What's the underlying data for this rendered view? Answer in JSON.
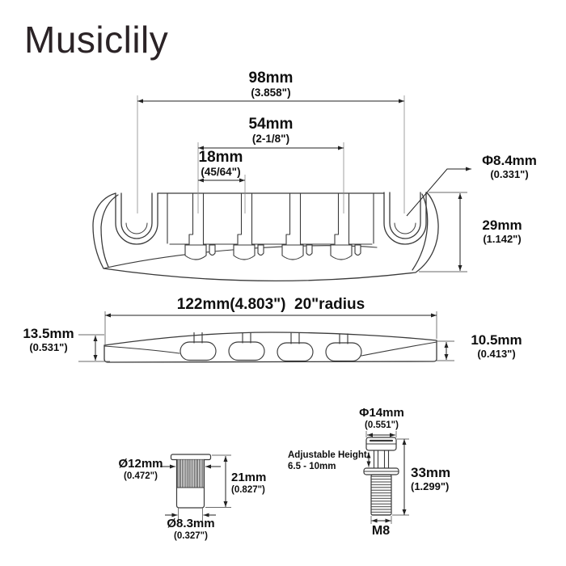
{
  "brand": "Musiclily",
  "colors": {
    "ink": "#231f20",
    "line": "#3c3c3c",
    "dim_text": "#111111",
    "background": "#ffffff"
  },
  "front_view": {
    "dim_post_spread": {
      "mm": "98mm",
      "inch": "(3.858\")"
    },
    "dim_outer_slots": {
      "mm": "54mm",
      "inch": "(2-1/8\")"
    },
    "dim_slot_pitch": {
      "mm": "18mm",
      "inch": "(45/64\")"
    },
    "dim_post_hole": {
      "mm": "Φ8.4mm",
      "inch": "(0.331\")"
    },
    "dim_height": {
      "mm": "29mm",
      "inch": "(1.142\")"
    }
  },
  "side_view": {
    "title": "122mm(4.803\")  20\"radius",
    "dim_left_height": {
      "mm": "13.5mm",
      "inch": "(0.531\")"
    },
    "dim_right_height": {
      "mm": "10.5mm",
      "inch": "(0.413\")"
    }
  },
  "bushing": {
    "dim_outer_diameter": {
      "mm": "Ø12mm",
      "inch": "(0.472\")"
    },
    "dim_height": {
      "mm": "21mm",
      "inch": "(0.827\")"
    },
    "dim_inner_diameter": {
      "mm": "Ø8.3mm",
      "inch": "(0.327\")"
    }
  },
  "stud": {
    "dim_head_diameter": {
      "mm": "Φ14mm",
      "inch": "(0.551\")"
    },
    "adjustable_height_label": "Adjustable Height:",
    "adjustable_height_range": "6.5 - 10mm",
    "dim_total_height": {
      "mm": "33mm",
      "inch": "(1.299\")"
    },
    "thread_size": "M8"
  }
}
